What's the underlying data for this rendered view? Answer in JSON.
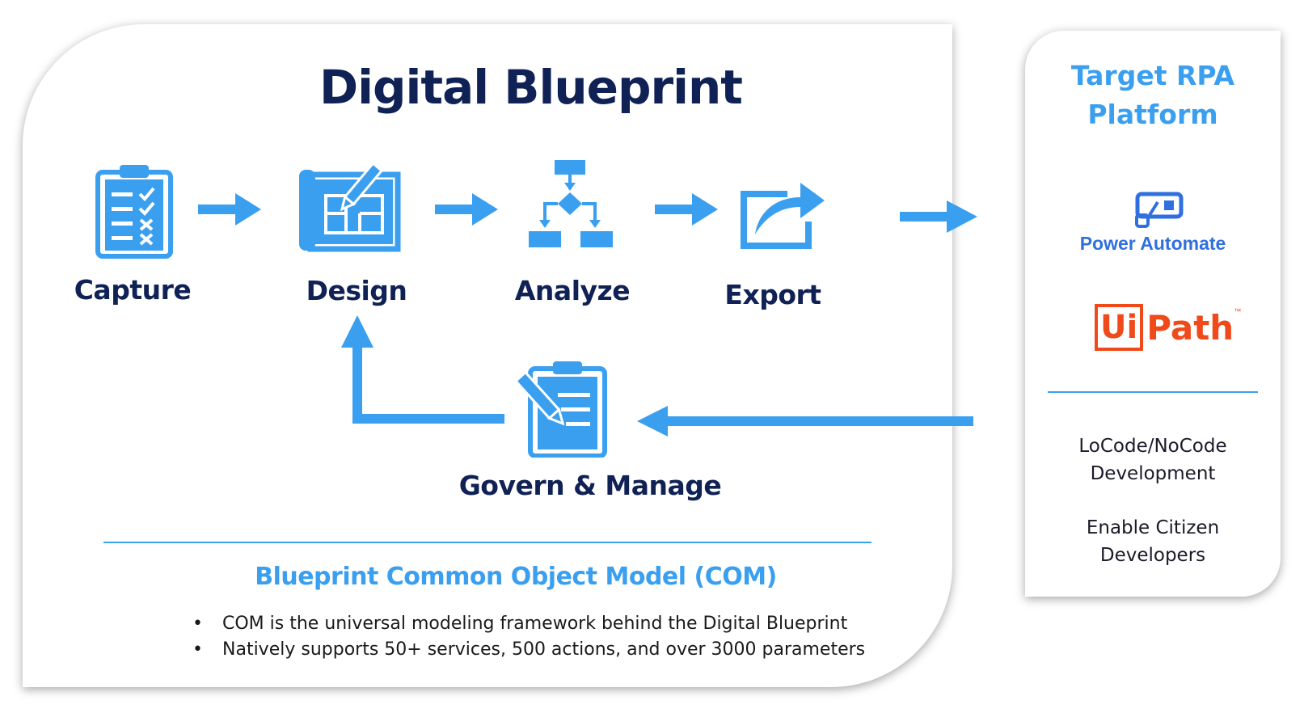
{
  "title": "Digital Blueprint",
  "steps": {
    "capture": "Capture",
    "design": "Design",
    "analyze": "Analyze",
    "export": "Export",
    "govern": "Govern & Manage"
  },
  "com": {
    "title": "Blueprint Common Object Model (COM)",
    "bullets": [
      "COM is the universal modeling framework behind the Digital Blueprint",
      "Natively supports 50+ services, 500 actions, and over 3000 parameters"
    ]
  },
  "target": {
    "title_line1": "Target RPA",
    "title_line2": "Platform",
    "power_automate": "Power Automate",
    "uipath_ui": "Ui",
    "uipath_path": "Path",
    "uipath_tm": "™",
    "benefit1_line1": "LoCode/NoCode",
    "benefit1_line2": "Development",
    "benefit2_line1": "Enable Citizen",
    "benefit2_line2": "Developers"
  },
  "colors": {
    "accent": "#3b9ff0",
    "navy": "#0f2155",
    "uipath": "#f04a1a",
    "power_automate": "#2f6fe0"
  }
}
